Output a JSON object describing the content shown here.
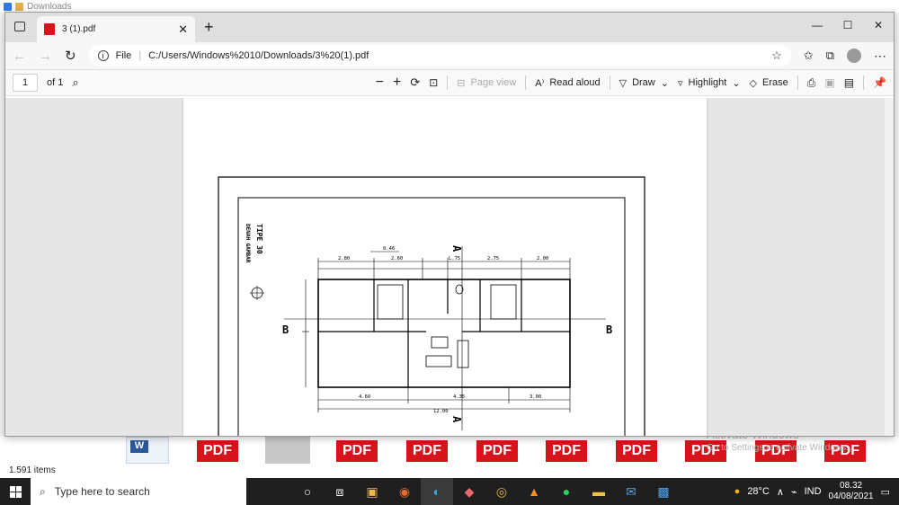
{
  "explorer": {
    "title": "Downloads",
    "items_count": "1.591 items",
    "pdf_tile_label": "PDF",
    "activate_title": "Activate Windows",
    "activate_sub": "Go to Settings to activate Windows."
  },
  "browser": {
    "tab_title": "3 (1).pdf",
    "url_prefix": "File",
    "url": "C:/Users/Windows%2010/Downloads/3%20(1).pdf"
  },
  "pdf_toolbar": {
    "page_number": "1",
    "page_of": "of 1",
    "page_view": "Page view",
    "read_aloud": "Read aloud",
    "draw": "Draw",
    "highlight": "Highlight",
    "erase": "Erase"
  },
  "drawing": {
    "title": "TIPE 30",
    "subtitle": "DENAH GAMBAR",
    "dim_top": [
      "2.80",
      "2.60",
      "L.75",
      "2.75",
      "2.00"
    ],
    "dim_046": "0.46",
    "dim_bottom": [
      "4.60",
      "4.35",
      "3.00"
    ],
    "dim_total": "12.00",
    "section_a": "A",
    "section_b": "B"
  },
  "taskbar": {
    "search_placeholder": "Type here to search",
    "temperature": "28°C",
    "language": "IND",
    "time": "08.32",
    "date": "04/08/2021"
  }
}
